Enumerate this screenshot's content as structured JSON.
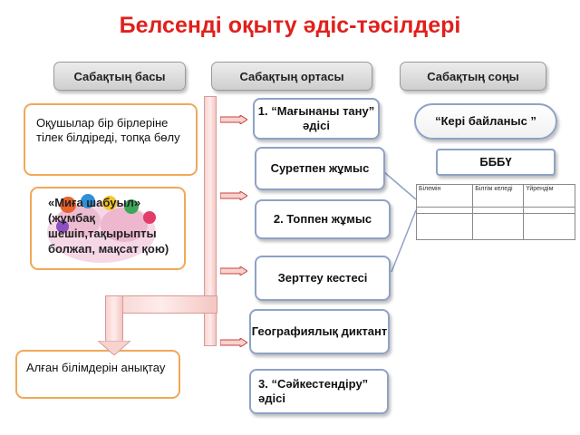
{
  "title": "Белсенді оқыту әдіс-тәсілдері",
  "phases": {
    "start": "Сабақтың басы",
    "middle": "Сабақтың ортасы",
    "end": "Сабақтың соңы"
  },
  "left_boxes": {
    "greeting": "Оқушылар бір бірлеріне тілек білдіреді, топқа бөлу",
    "brainstorm": "«Миға шабуыл» (жұмбақ шешіп,тақырыпты болжап, мақсат қою)",
    "knowledge": "Алған білімдерін анықтау"
  },
  "methods": {
    "m1": "1. “Мағынаны тану” әдісі",
    "m_picture": "Суретпен жұмыс",
    "m2": "2. Топпен жұмыс",
    "m_research": "Зерттеу кестесі",
    "m_geo": "Географиялық диктант",
    "m3": "3. “Сәйкестендіру” әдісі"
  },
  "feedback": "“Кері байланыс ”",
  "bby": {
    "title": "БББҮ",
    "headers": [
      "Білемін",
      "Білгім келеді",
      "Үйрендім"
    ]
  },
  "colors": {
    "title": "#e0201c",
    "orange_border": "#f0a858",
    "blue_border": "#8fa2c6",
    "pink": "#f7d2cf"
  }
}
